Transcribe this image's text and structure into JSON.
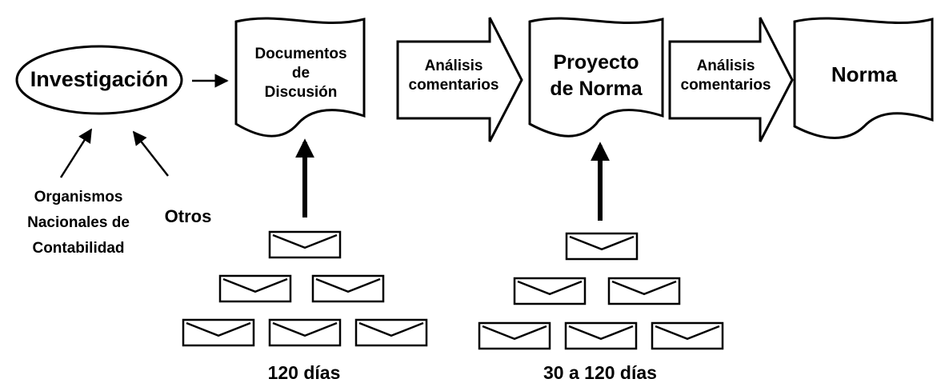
{
  "nodes": {
    "investigacion": "Investigación",
    "documentos": [
      "Documentos",
      "de",
      "Discusión"
    ],
    "proyecto": [
      "Proyecto",
      "de Norma"
    ],
    "norma": "Norma"
  },
  "arrows": {
    "analisis_1": [
      "Análisis",
      "comentarios"
    ],
    "analisis_2": [
      "Análisis",
      "comentarios"
    ]
  },
  "sources": {
    "organismos": [
      "Organismos",
      "Nacionales de",
      "Contabilidad"
    ],
    "otros": "Otros"
  },
  "periods": {
    "first": "120 días",
    "second": "30 a 120 días"
  },
  "comment_letters": {
    "first_count": 6,
    "second_count": 6
  }
}
